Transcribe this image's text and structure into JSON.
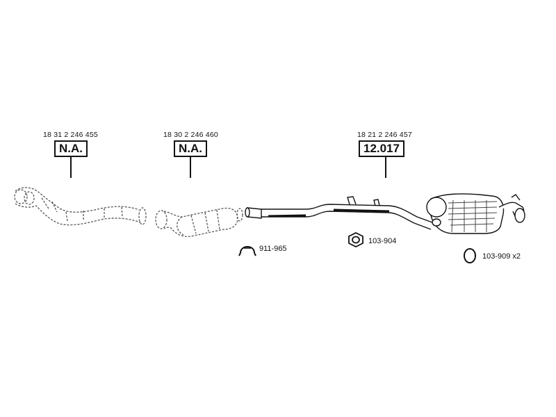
{
  "parts": [
    {
      "oem_number": "18 31 2 246 455",
      "article": "N.A."
    },
    {
      "oem_number": "18 30 2 246 460",
      "article": "N.A."
    },
    {
      "oem_number": "18 21 2 246 457",
      "article": "12.017"
    }
  ],
  "accessories": [
    {
      "code": "911-965"
    },
    {
      "code": "103-904"
    },
    {
      "code": "103-909 x2"
    }
  ]
}
